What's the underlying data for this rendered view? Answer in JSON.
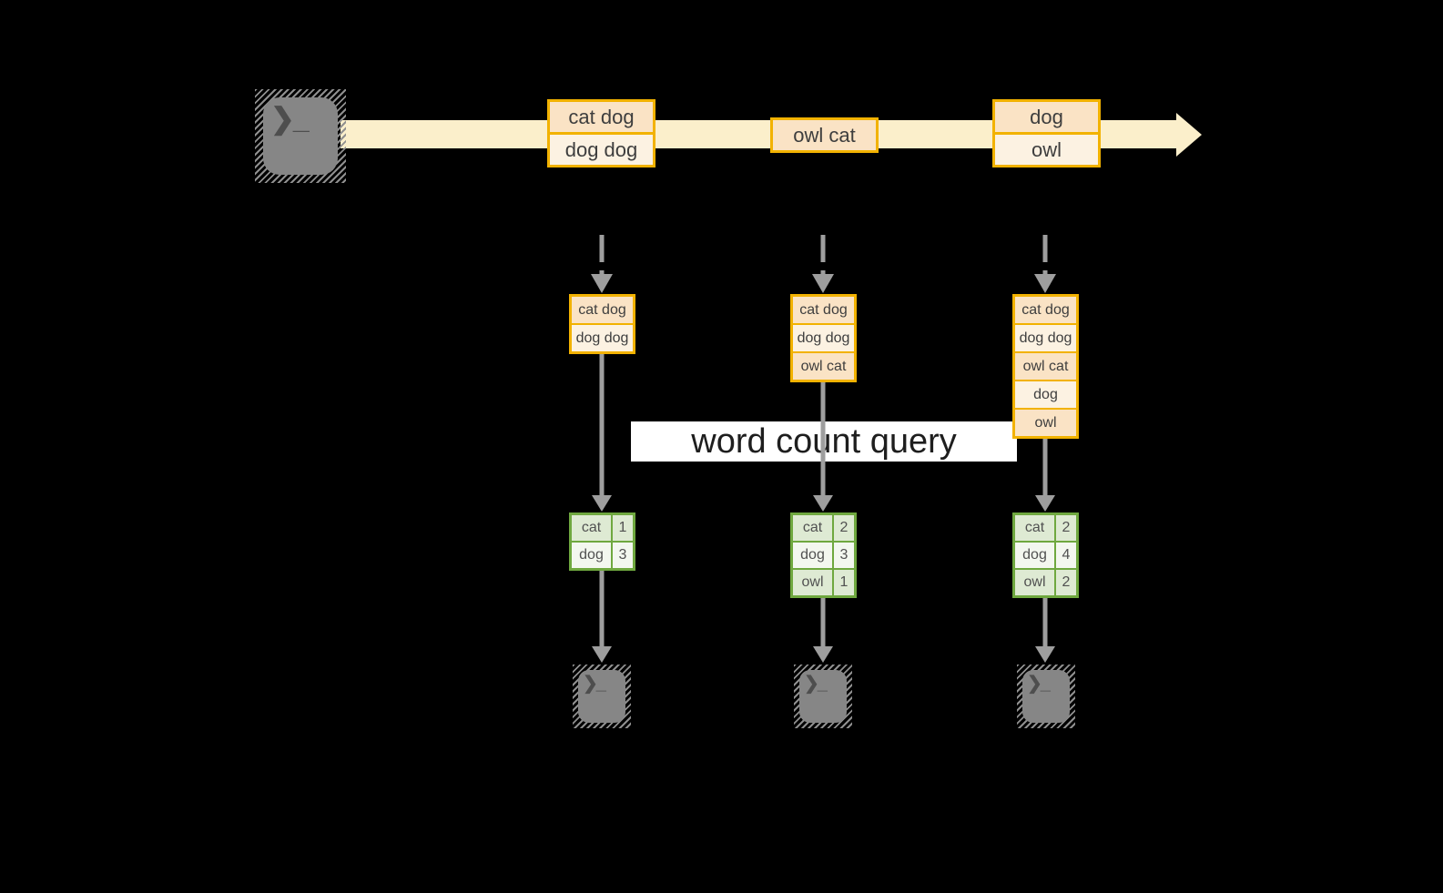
{
  "query_label": "word count query",
  "icons": {
    "terminal_glyph": "❯_",
    "stream_arrowhead": "right-arrowhead",
    "flow_arrowhead": "down-arrowhead"
  },
  "colors": {
    "background": "#000000",
    "stream_band": "#FBEFCB",
    "batch_border": "#F2B200",
    "batch_fill_dark": "#FAE3C5",
    "batch_fill_light": "#FCF2E2",
    "table_border": "#6FA83F",
    "table_row_dark": "#DEEAD3",
    "table_row_light": "#F3F7EF",
    "arrow_gray": "#9E9E9E",
    "terminal_fill": "#868686",
    "query_band_bg": "#FFFFFF"
  },
  "timeline": {
    "batches": [
      {
        "lines": [
          "cat dog",
          "dog dog"
        ]
      },
      {
        "lines": [
          "owl cat"
        ]
      },
      {
        "lines": [
          "dog",
          "owl"
        ]
      }
    ]
  },
  "columns": [
    {
      "buffer": [
        "cat dog",
        "dog dog"
      ],
      "counts": [
        [
          "cat",
          "1"
        ],
        [
          "dog",
          "3"
        ]
      ]
    },
    {
      "buffer": [
        "cat dog",
        "dog dog",
        "owl cat"
      ],
      "counts": [
        [
          "cat",
          "2"
        ],
        [
          "dog",
          "3"
        ],
        [
          "owl",
          "1"
        ]
      ]
    },
    {
      "buffer": [
        "cat dog",
        "dog dog",
        "owl cat",
        "dog",
        "owl"
      ],
      "counts": [
        [
          "cat",
          "2"
        ],
        [
          "dog",
          "4"
        ],
        [
          "owl",
          "2"
        ]
      ]
    }
  ]
}
